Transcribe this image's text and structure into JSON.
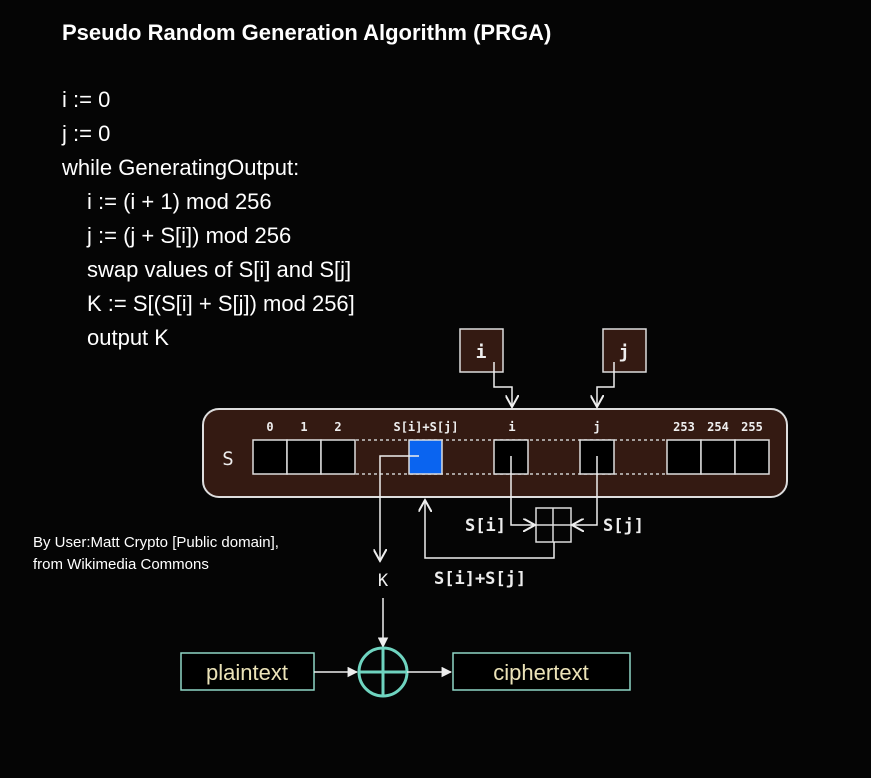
{
  "title": "Pseudo Random Generation Algorithm (PRGA)",
  "code": [
    {
      "text": "i := 0",
      "indent": 0
    },
    {
      "text": "j := 0",
      "indent": 0
    },
    {
      "text": "while GeneratingOutput:",
      "indent": 0
    },
    {
      "text": "i := (i + 1) mod 256",
      "indent": 1
    },
    {
      "text": "j := (j + S[i]) mod 256",
      "indent": 1
    },
    {
      "text": "swap values of S[i] and S[j]",
      "indent": 1
    },
    {
      "text": "K := S[(S[i] + S[j]) mod 256]",
      "indent": 1
    },
    {
      "text": "output K",
      "indent": 1
    }
  ],
  "credit": [
    "By User:Matt Crypto [Public domain],",
    "from Wikimedia Commons"
  ],
  "diagram": {
    "i_box": "i",
    "j_box": "j",
    "array_name": "S",
    "index_labels": [
      "0",
      "1",
      "2",
      "S[i]+S[j]",
      "i",
      "j",
      "253",
      "254",
      "255"
    ],
    "si_label": "S[i]",
    "sj_label": "S[j]",
    "sum_label": "S[i]+S[j]",
    "k_label": "K",
    "plaintext": "plaintext",
    "ciphertext": "ciphertext"
  },
  "colors": {
    "array_bg": "#341a12",
    "highlight": "#0a64f0",
    "xor": "#6fd4c0",
    "box_text": "#ece3b8"
  }
}
